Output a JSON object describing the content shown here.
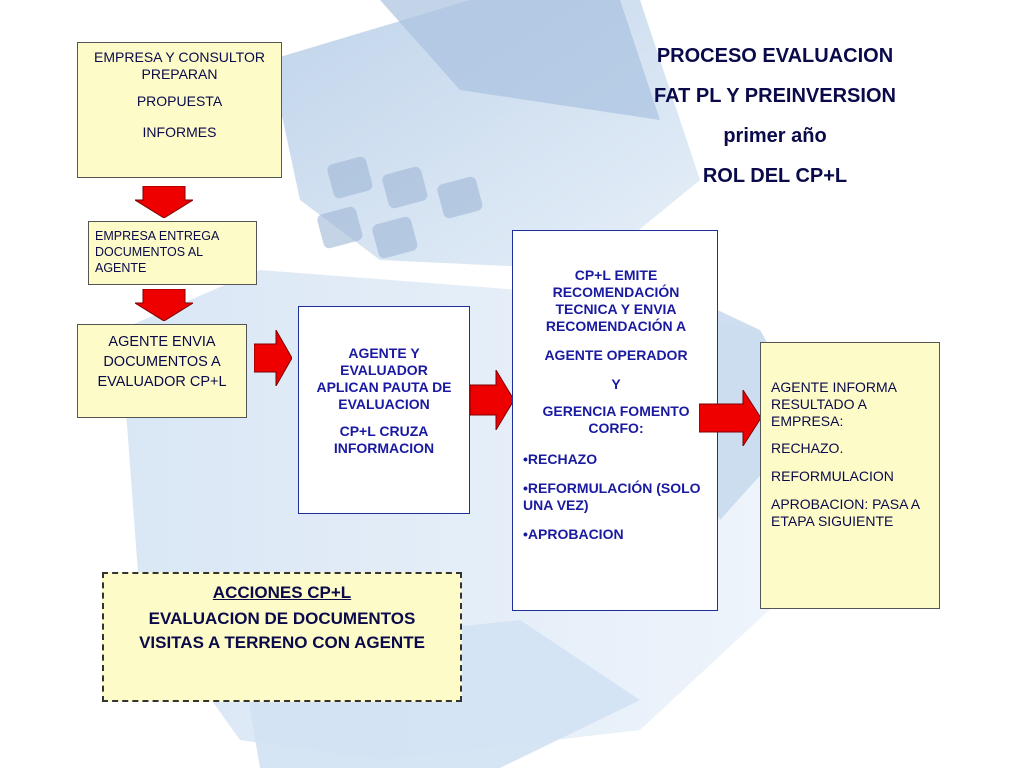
{
  "title": {
    "line1": "PROCESO  EVALUACION",
    "line2": "FAT PL Y PREINVERSION",
    "line3": "primer año",
    "line4": "ROL DEL CP+L"
  },
  "box1": {
    "line1": "EMPRESA Y CONSULTOR PREPARAN",
    "line2": "PROPUESTA",
    "line3": "INFORMES"
  },
  "box2": {
    "text": "EMPRESA ENTREGA DOCUMENTOS AL AGENTE"
  },
  "box3": {
    "text": "AGENTE ENVIA DOCUMENTOS A EVALUADOR CP+L"
  },
  "box4": {
    "line1": "AGENTE Y EVALUADOR APLICAN PAUTA DE EVALUACION",
    "line2": "CP+L CRUZA INFORMACION"
  },
  "box5": {
    "line1": "CP+L EMITE RECOMENDACIÓN TECNICA  Y ENVIA RECOMENDACIÓN A",
    "line2": "AGENTE OPERADOR",
    "line3": "Y",
    "line4": " GERENCIA FOMENTO CORFO:",
    "bullets": [
      "RECHAZO",
      "REFORMULACIÓN (SOLO UNA VEZ)",
      "APROBACION"
    ]
  },
  "box6": {
    "line1": "AGENTE INFORMA RESULTADO A EMPRESA:",
    "line2": "RECHAZO.",
    "line3": "REFORMULACION",
    "line4": "APROBACION: PASA  A  ETAPA SIGUIENTE"
  },
  "actions": {
    "heading": "ACCIONES CP+L",
    "line1": "EVALUACION DE DOCUMENTOS",
    "line2": "VISITAS A TERRENO CON AGENTE"
  },
  "colors": {
    "arrow": "#ee0000",
    "box_yellow": "#fdfbc8",
    "text": "#0a0a4a",
    "bg_blue": "#c9dcf0"
  }
}
